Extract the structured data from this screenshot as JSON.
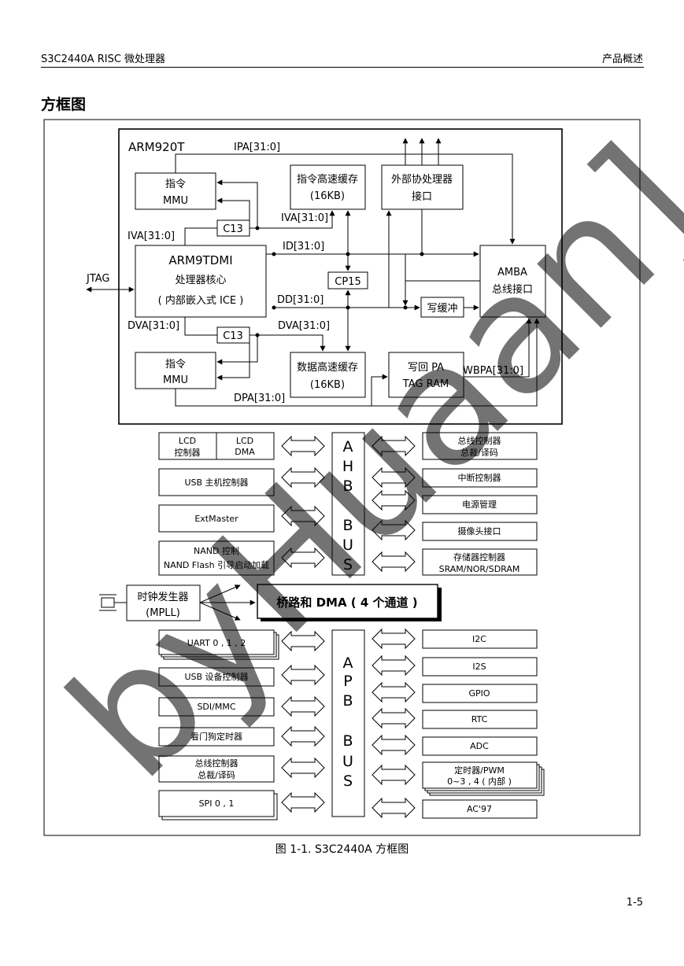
{
  "header": {
    "left": "S3C2440A RISC 微处理器",
    "right": "产品概述"
  },
  "section_title": "方框图",
  "caption": "图 1-1. S3C2440A 方框图",
  "page_number": "1-5",
  "watermark": "byHuaan]",
  "core": {
    "title": "ARM920T",
    "mmu_top": [
      "指令",
      "MMU"
    ],
    "mmu_bottom": [
      "指令",
      "MMU"
    ],
    "c13": "C13",
    "arm9tdmi": [
      "ARM9TDMI",
      "处理器核心",
      "( 内部嵌入式 ICE )"
    ],
    "icache": [
      "指令高速缓存",
      "(16KB)"
    ],
    "dcache": [
      "数据高速缓存",
      "(16KB)"
    ],
    "coproc": [
      "外部协处理器",
      "接口"
    ],
    "cp15": "CP15",
    "write_buffer": "写缓冲",
    "writeback": [
      "写回 PA",
      "TAG RAM"
    ],
    "amba": [
      "AMBA",
      "总线接口"
    ],
    "jtag": "JTAG",
    "signals": {
      "ipa": "IPA[31:0]",
      "iva_top": "IVA[31:0]",
      "iva_left": "IVA[31:0]",
      "id": "ID[31:0]",
      "dd": "DD[31:0]",
      "dva_left": "DVA[31:0]",
      "dva_right": "DVA[31:0]",
      "dpa": "DPA[31:0]",
      "wbpa": "WBPA[31:0]"
    }
  },
  "ahb": {
    "bus_letters": [
      "A",
      "H",
      "B",
      "B",
      "U",
      "S"
    ],
    "lcd_ctrl": [
      "LCD",
      "控制器"
    ],
    "lcd_dma": [
      "LCD",
      "DMA"
    ],
    "left": [
      [
        "USB 主机控制器"
      ],
      [
        "ExtMaster"
      ],
      [
        "NAND 控制",
        "NAND Flash 引导启动加载"
      ]
    ],
    "right": [
      [
        "总线控制器",
        "总裁/译码"
      ],
      [
        "中断控制器"
      ],
      [
        "电源管理"
      ],
      [
        "摄像头接口"
      ],
      [
        "存储器控制器",
        "SRAM/NOR/SDRAM"
      ]
    ]
  },
  "clock": [
    "时钟发生器",
    "(MPLL)"
  ],
  "bridge": "桥路和 DMA ( 4 个通道 )",
  "apb": {
    "bus_letters": [
      "A",
      "P",
      "B",
      "B",
      "U",
      "S"
    ],
    "left": [
      [
        "UART 0 , 1 , 2"
      ],
      [
        "USB 设备控制器"
      ],
      [
        "SDI/MMC"
      ],
      [
        "看门狗定时器"
      ],
      [
        "总线控制器",
        "总裁/译码"
      ],
      [
        "SPI 0 , 1"
      ]
    ],
    "right": [
      [
        "I2C"
      ],
      [
        "I2S"
      ],
      [
        "GPIO"
      ],
      [
        "RTC"
      ],
      [
        "ADC"
      ],
      [
        "定时器/PWM",
        "0~3 , 4 ( 内部 )"
      ],
      [
        "AC'97"
      ]
    ]
  }
}
